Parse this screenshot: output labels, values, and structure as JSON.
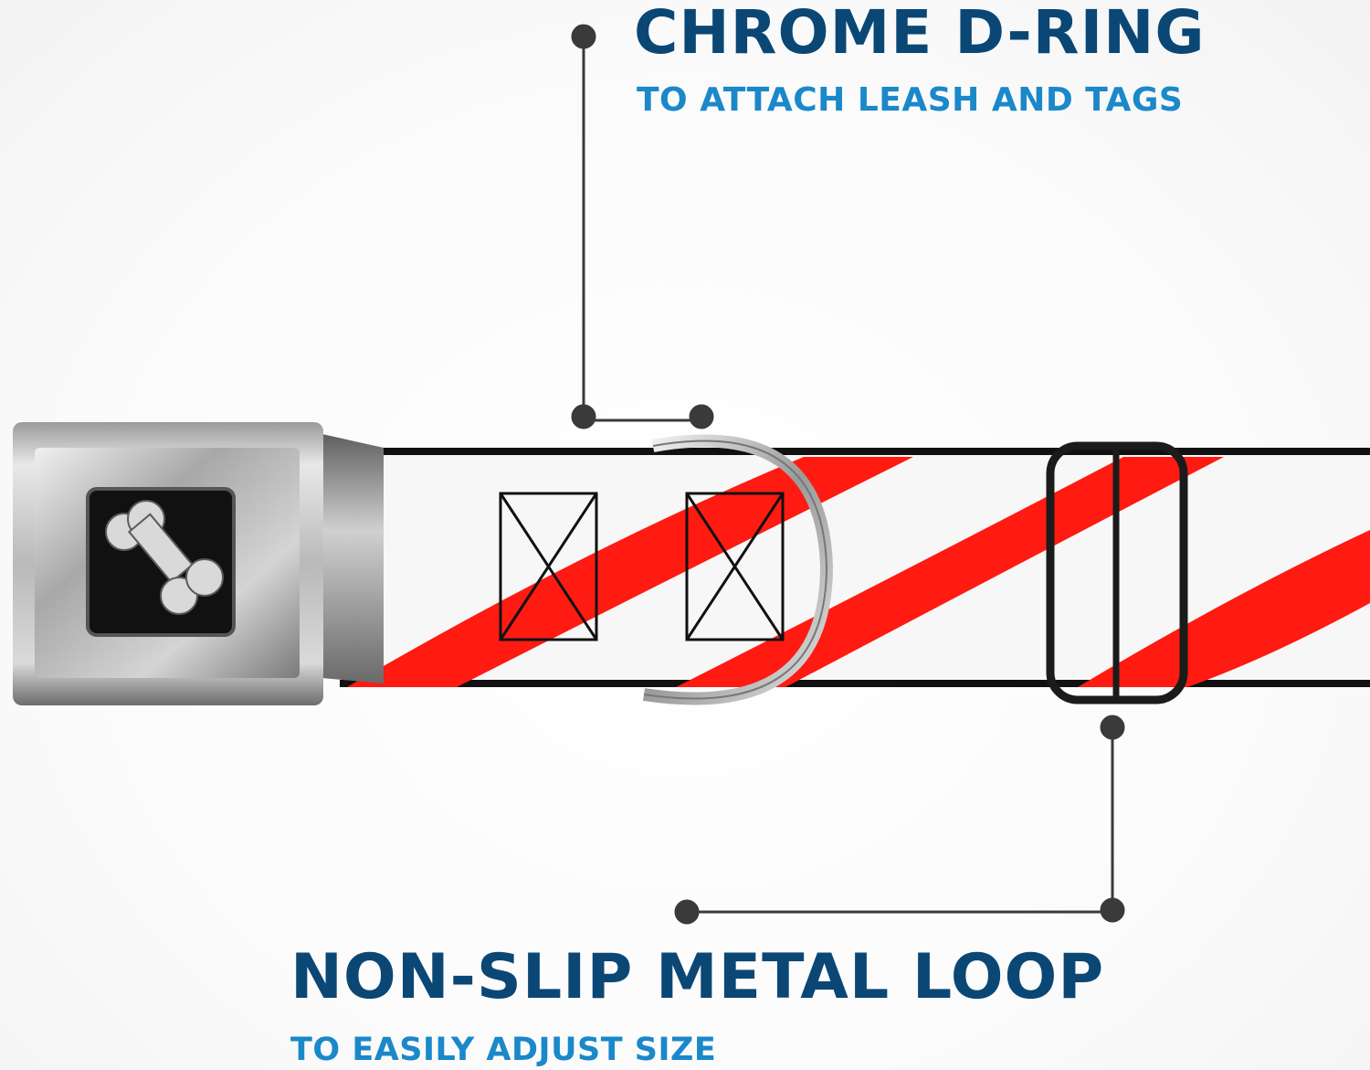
{
  "callouts": {
    "dring": {
      "title": "CHROME D-RING",
      "subtitle": "TO ATTACH LEASH AND TAGS"
    },
    "loop": {
      "title": "NON-SLIP METAL LOOP",
      "subtitle": "TO EASILY ADJUST SIZE"
    }
  },
  "colors": {
    "title": "#0b4775",
    "subtitle": "#1a88c9",
    "leader_line": "#3a3a3a",
    "stripe": "#ff1a12",
    "webbing": "#f7f7f7",
    "buckle_face": "#111111",
    "bone": "#d9d9d9"
  },
  "icons": {
    "buckle_logo": "bone-icon"
  }
}
